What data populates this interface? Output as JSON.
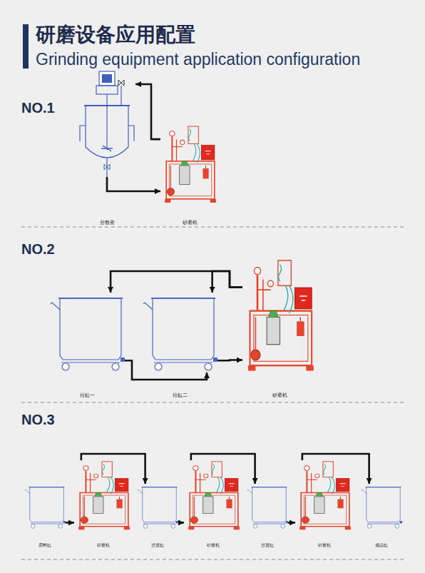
{
  "diagram": {
    "title": "研磨设备应用配置",
    "nodes": [
      {
        "text": [
          "分散釜"
        ]
      },
      {
        "text": [
          "砂磨机"
        ]
      },
      {
        "text": [
          "拉缸一"
        ]
      },
      {
        "text": [
          "拉缸二"
        ]
      },
      {
        "text": [
          "砂磨机"
        ]
      },
      {
        "text": [
          "原料缸"
        ]
      },
      {
        "text": [
          "砂磨机"
        ]
      },
      {
        "text": [
          "过渡缸"
        ]
      },
      {
        "text": [
          "砂磨机"
        ]
      },
      {
        "text": [
          "过渡缸"
        ]
      },
      {
        "text": [
          "砂磨机"
        ]
      },
      {
        "text": [
          "成品缸"
        ]
      }
    ],
    "edges": [
      {
        "from": 0,
        "to": 1,
        "arrow": "to"
      },
      {
        "from": 1,
        "to": 0,
        "arrow": "to"
      },
      {
        "from": 2,
        "to": 3,
        "arrow": "to"
      },
      {
        "from": 3,
        "to": 4,
        "arrow": "to"
      },
      {
        "from": 4,
        "to": 2,
        "arrow": "to"
      },
      {
        "from": 4,
        "to": 3,
        "arrow": "to"
      },
      {
        "from": 5,
        "to": 6,
        "arrow": "to"
      },
      {
        "from": 6,
        "to": 7,
        "arrow": "to"
      },
      {
        "from": 7,
        "to": 8,
        "arrow": "to"
      },
      {
        "from": 8,
        "to": 9,
        "arrow": "to"
      },
      {
        "from": 9,
        "to": 10,
        "arrow": "to"
      },
      {
        "from": 10,
        "to": 11,
        "arrow": "to"
      }
    ],
    "labels": [
      "Grinding equipment application configuration",
      "NO.1",
      "NO.2",
      "NO.3"
    ]
  }
}
